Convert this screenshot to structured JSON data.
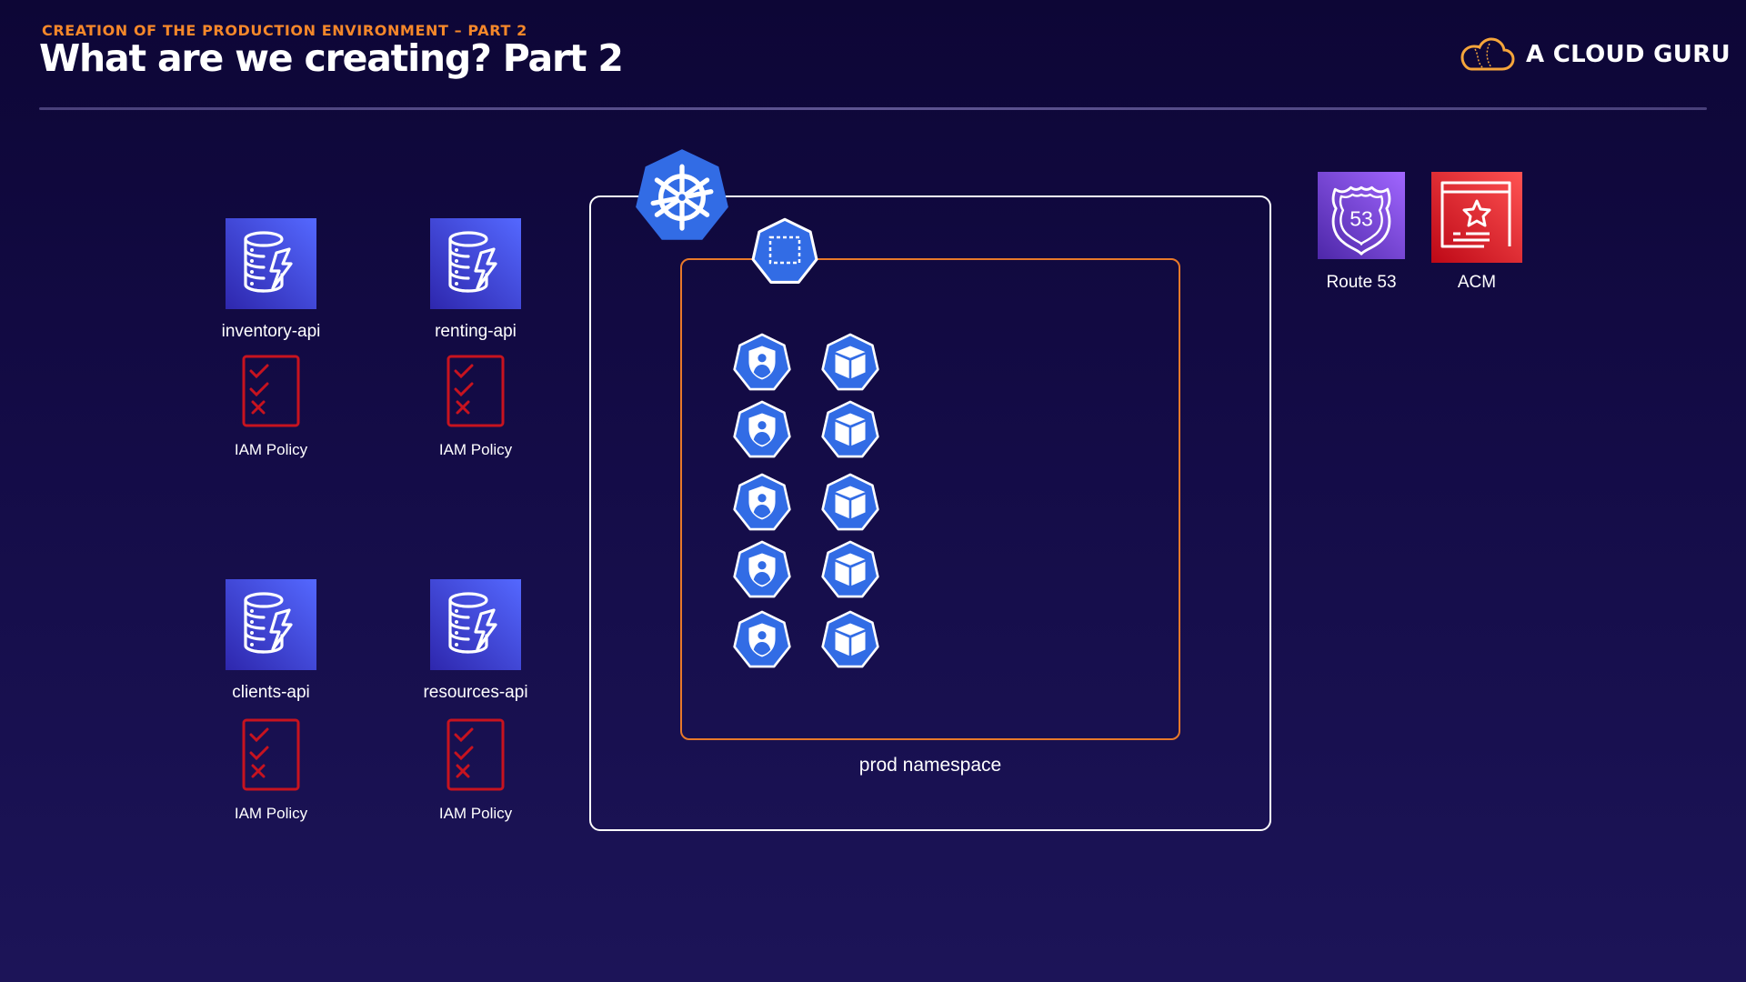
{
  "header": {
    "eyebrow": "CREATION OF THE PRODUCTION ENVIRONMENT – PART 2",
    "title": "What are we creating? Part 2",
    "brand": "A CLOUD GURU"
  },
  "colors": {
    "accent_orange": "#f5872a",
    "dynamodb_blue": "#3b48cc",
    "iam_red": "#c7131f",
    "k8s_blue": "#326ce5",
    "route53_purple": "#6b2fd6",
    "acm_red": "#d6152e"
  },
  "tables": [
    {
      "name": "inventory-api",
      "icon": "dynamodb-icon",
      "policy_label": "IAM Policy"
    },
    {
      "name": "renting-api",
      "icon": "dynamodb-icon",
      "policy_label": "IAM Policy"
    },
    {
      "name": "clients-api",
      "icon": "dynamodb-icon",
      "policy_label": "IAM Policy"
    },
    {
      "name": "resources-api",
      "icon": "dynamodb-icon",
      "policy_label": "IAM Policy"
    }
  ],
  "cluster": {
    "icon": "kubernetes-icon",
    "namespace_icon": "namespace-icon",
    "namespace_label": "prod namespace",
    "rows": [
      {
        "left": "service-account-icon",
        "right": "pod-icon"
      },
      {
        "left": "service-account-icon",
        "right": "pod-icon"
      },
      {
        "left": "service-account-icon",
        "right": "pod-icon"
      },
      {
        "left": "service-account-icon",
        "right": "pod-icon"
      },
      {
        "left": "service-account-icon",
        "right": "pod-icon"
      }
    ]
  },
  "services": [
    {
      "name": "Route 53",
      "icon": "route53-icon",
      "badge": "53"
    },
    {
      "name": "ACM",
      "icon": "acm-icon"
    }
  ]
}
